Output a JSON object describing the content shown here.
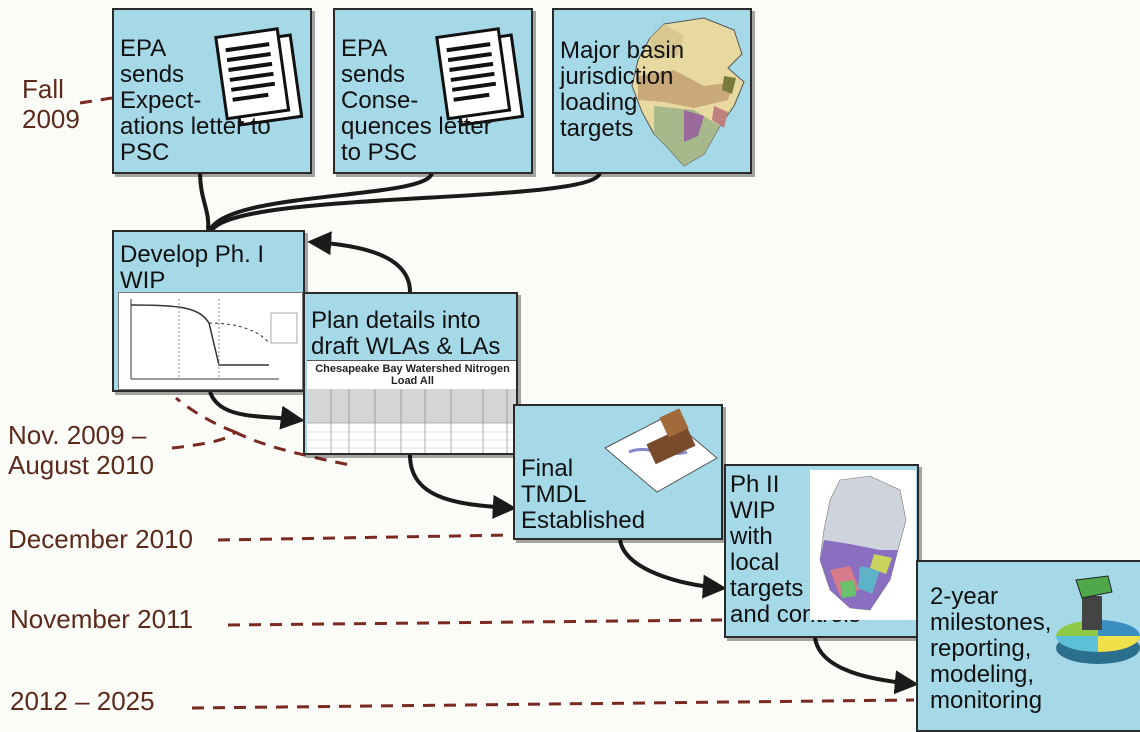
{
  "boxes": {
    "epa_expectations": "EPA\nsends\nExpect-\nations letter to\nPSC",
    "epa_consequences": "EPA\nsends\nConse-\nquences letter\nto PSC",
    "basin_targets": "Major basin\njurisdiction\nloading\ntargets",
    "develop_wip": "Develop Ph. I\nWIP",
    "plan_details": "Plan details into\ndraft WLAs & LAs",
    "final_tmdl": "Final\nTMDL\nEstablished",
    "ph2_wip": "Ph II\nWIP\nwith\nlocal\ntargets\nand controls",
    "milestones": "2-year\nmilestones,\nreporting,\nmodeling,\nmonitoring"
  },
  "timeline": {
    "fall_2009": "Fall\n2009",
    "nov2009_aug2010": "Nov. 2009 –\nAugust 2010",
    "dec_2010": "December 2010",
    "nov_2011": "November 2011",
    "y2012_2025": "2012 – 2025"
  },
  "table_title": "Chesapeake Bay Watershed Nitrogen Load All",
  "colors": {
    "box_fill": "#a6d9e8",
    "dashed_line": "#7a2a20",
    "arrow": "#1a1a1a",
    "label_text": "#5b2a1a"
  }
}
